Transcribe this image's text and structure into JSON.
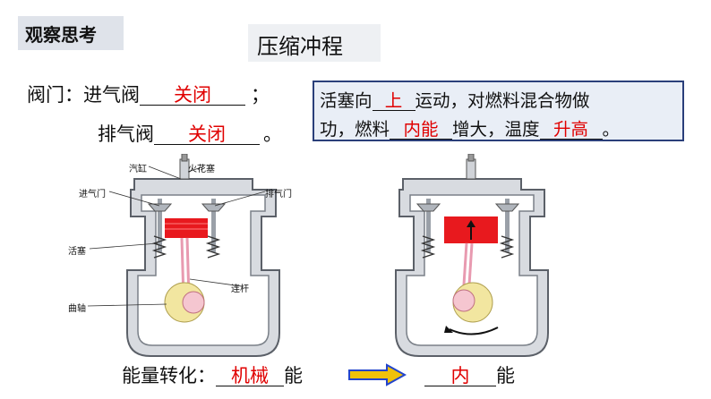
{
  "section_tag": "观察思考",
  "stroke_title": "压缩冲程",
  "valves": {
    "label": "阀门：",
    "intake_label": "进气阀",
    "intake_answer": "关闭",
    "intake_end": "；",
    "exhaust_label": "排气阀",
    "exhaust_answer": "关闭",
    "exhaust_end": "。"
  },
  "statement": {
    "p1": "活塞向",
    "a1": "上",
    "p2": "运动，对燃料混合物做",
    "p3": "功，燃料",
    "a2": "内能",
    "p4": "增大，温度",
    "a3": "升高",
    "p5": "。"
  },
  "diagram_labels": {
    "cylinder": "汽缸",
    "spark_plug": "火花塞",
    "intake_valve": "进气门",
    "exhaust_valve": "排气门",
    "piston": "活塞",
    "connecting_rod": "连杆",
    "crankshaft": "曲轴"
  },
  "energy": {
    "label": "能量转化：",
    "from_answer": "机械",
    "from_suffix": "能",
    "to_answer": "内",
    "to_suffix": "能"
  },
  "colors": {
    "answer": "#e00000",
    "piston": "#e8191e",
    "arrow_fill": "#f0c10a",
    "arrow_border": "#2244cc",
    "engine_gray": "#8a9099"
  }
}
